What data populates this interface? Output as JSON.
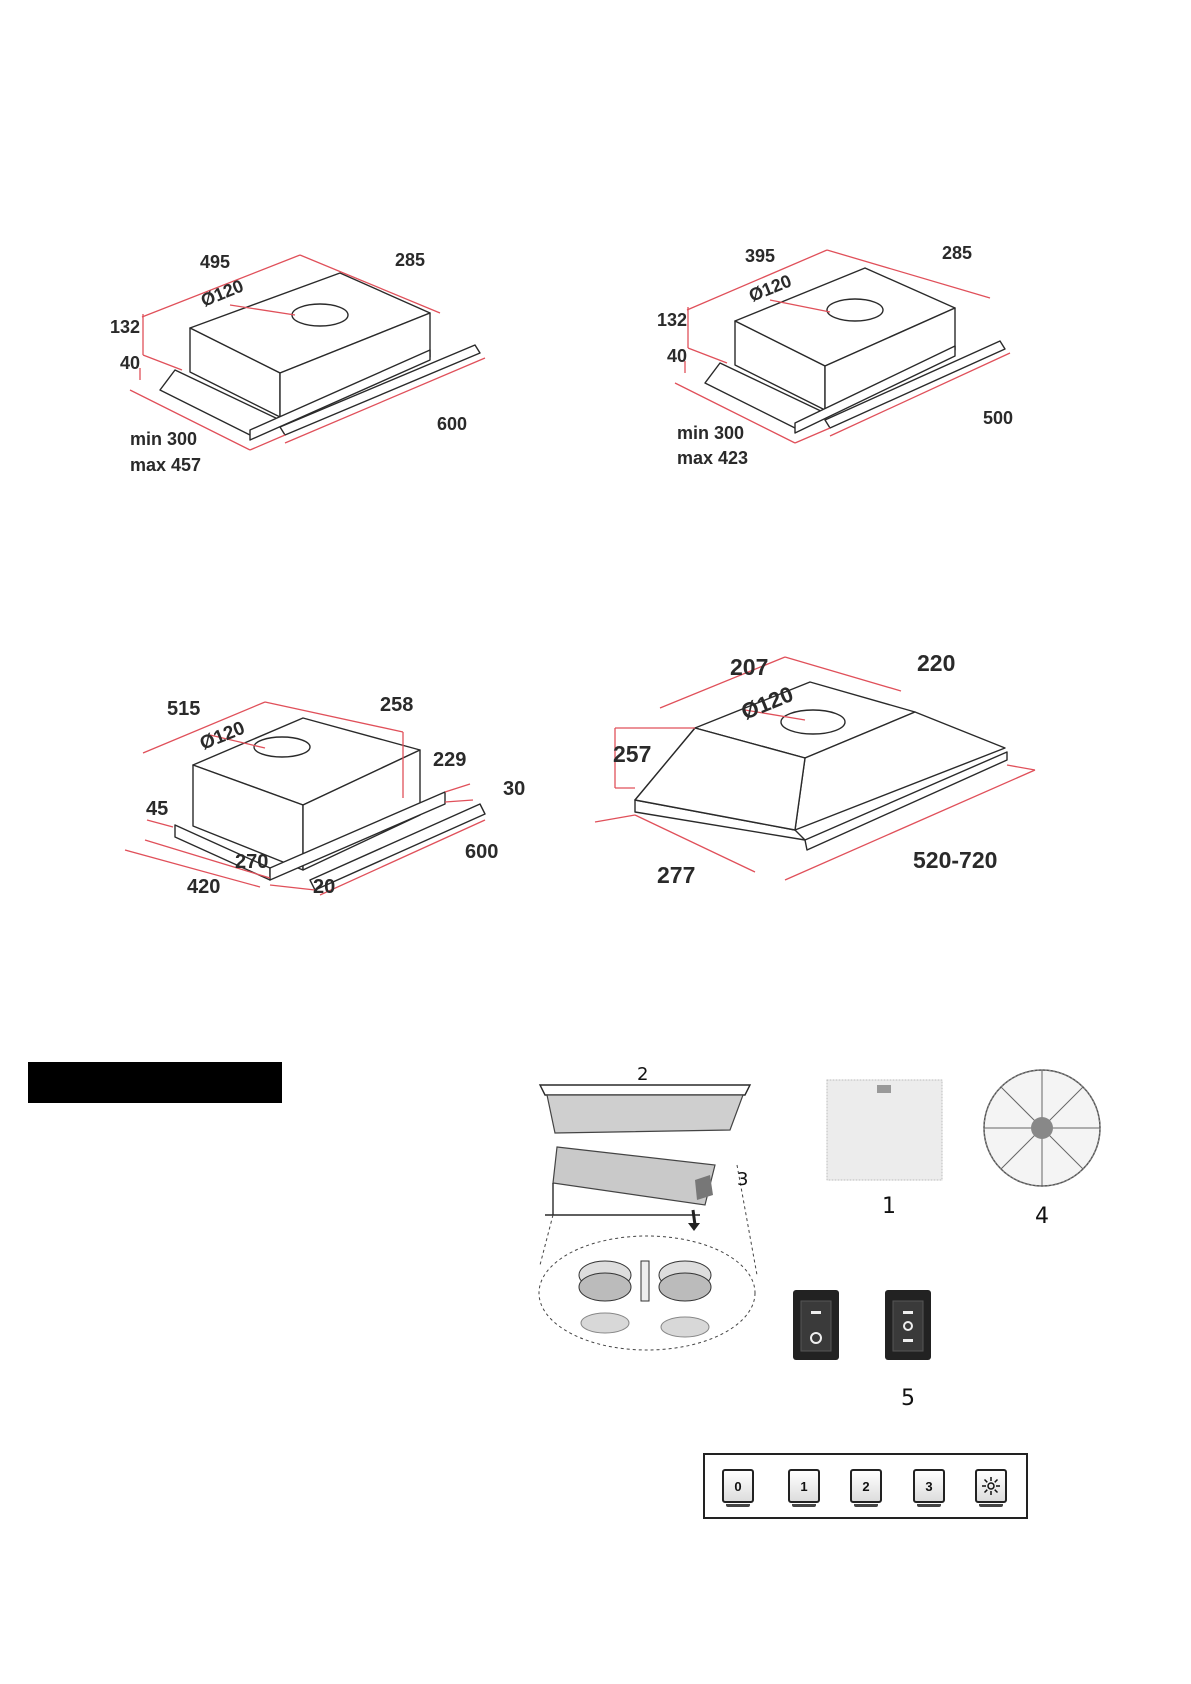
{
  "diagrams": [
    {
      "id": "hood-600",
      "labels": {
        "width_top": "495",
        "depth": "285",
        "duct": "Ø120",
        "height": "132",
        "front": "40",
        "width": "600",
        "ext_min": "min 300",
        "ext_max": "max 457"
      }
    },
    {
      "id": "hood-500",
      "labels": {
        "width_top": "395",
        "depth": "285",
        "duct": "Ø120",
        "height": "132",
        "front": "40",
        "width": "500",
        "ext_min": "min 300",
        "ext_max": "max 423"
      }
    },
    {
      "id": "hood-600-deep",
      "labels": {
        "width_top": "515",
        "depth": "258",
        "duct": "Ø120",
        "height": "229",
        "visor": "30",
        "front": "45",
        "width": "600",
        "inner": "270",
        "ext": "420",
        "lip": "20"
      }
    },
    {
      "id": "hood-pyramid",
      "labels": {
        "top_w": "207",
        "top_d": "220",
        "duct": "Ø120",
        "height": "257",
        "depth": "277",
        "width": "520-720"
      }
    }
  ],
  "parts": {
    "n1": "1",
    "n2": "2",
    "n3": "3",
    "n4": "4",
    "n5": "5"
  },
  "control_keys": [
    "0",
    "1",
    "2",
    "3"
  ],
  "icons": [
    "rocker-switch-icon",
    "triple-switch-icon",
    "light-icon"
  ]
}
